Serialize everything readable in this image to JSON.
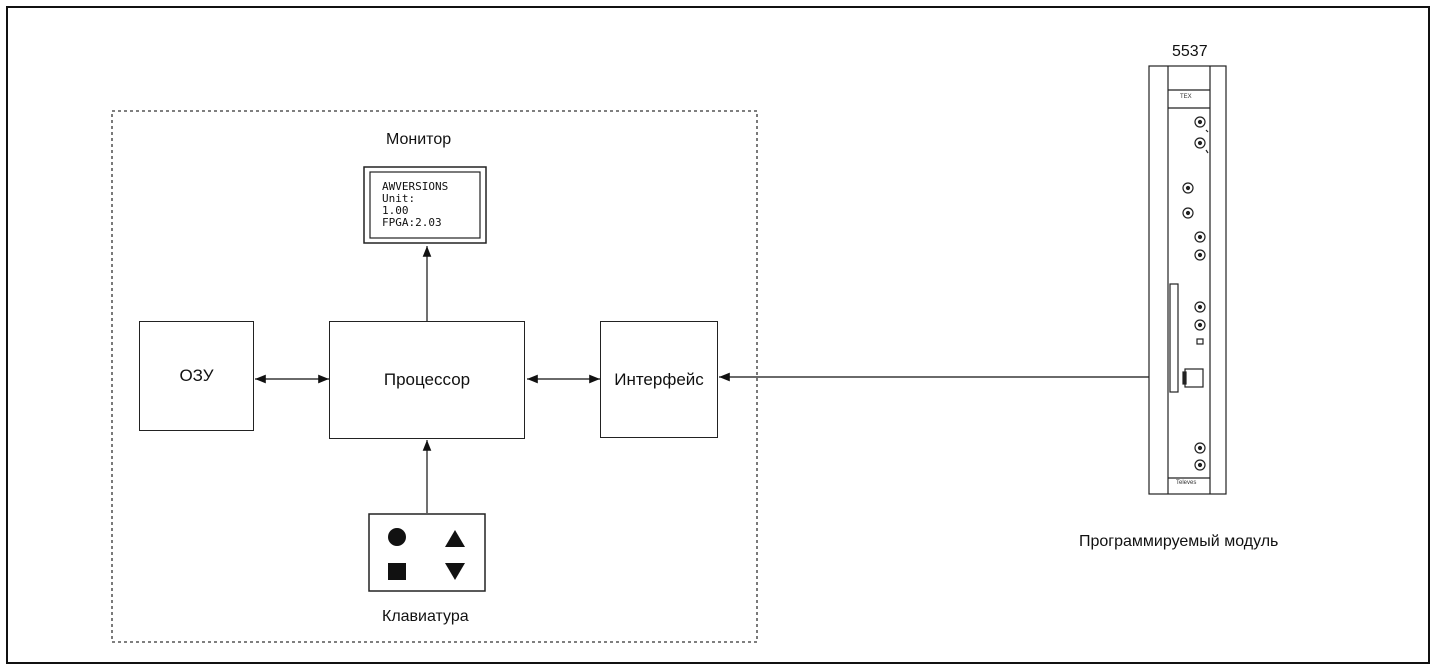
{
  "labels": {
    "monitor": "Монитор",
    "ram": "ОЗУ",
    "processor": "Процессор",
    "interface": "Интерфейс",
    "keyboard": "Клавиатура",
    "module_number": "5537",
    "module_caption": "Программируемый модуль"
  },
  "lcd": {
    "line1": "AWVERSIONS",
    "line2": "Unit:",
    "line3": "1.00",
    "line4": "FPGA:2.03"
  },
  "module_panel": {
    "top_label": "TEX",
    "brand": "Televes"
  },
  "keyboard_icons": [
    "circle-icon",
    "triangle-up-icon",
    "square-icon",
    "triangle-down-icon"
  ]
}
